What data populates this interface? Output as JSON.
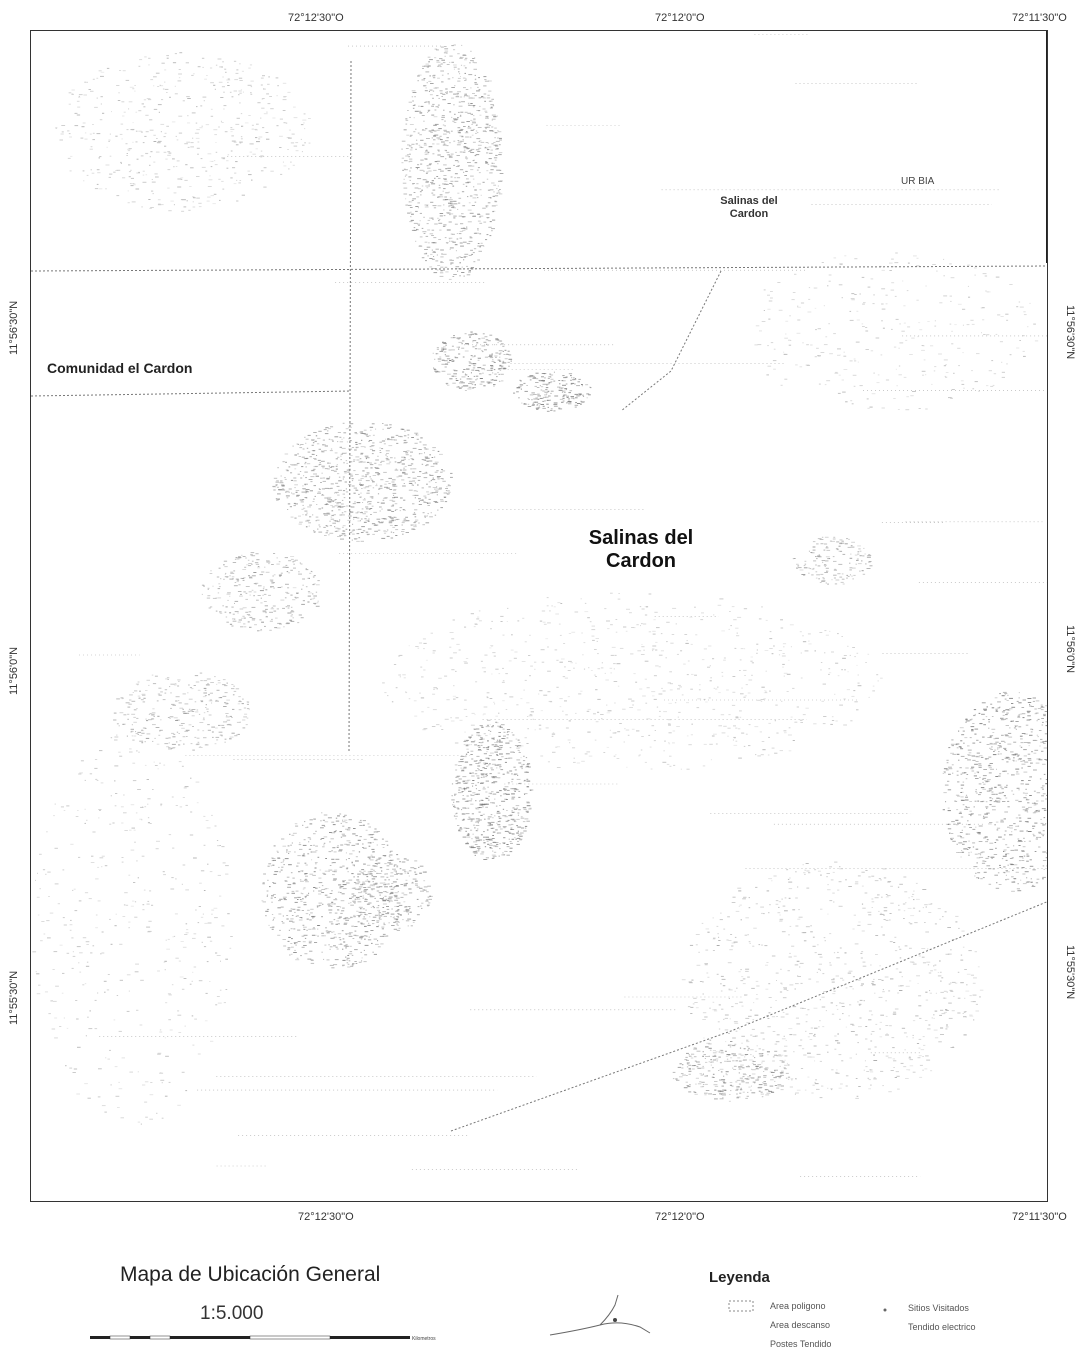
{
  "map": {
    "top_coords": [
      "72°12'30\"O",
      "72°12'0\"O",
      "72°11'30\"O"
    ],
    "bottom_coords": [
      "72°12'30\"O",
      "72°12'0\"O",
      "72°11'30\"O"
    ],
    "left_coords": [
      "11°56'30\"N",
      "11°56'0\"N",
      "11°55'30\"N"
    ],
    "right_coords": [
      "11°56'30\"N",
      "11°56'0\"N",
      "11°55'30\"N"
    ],
    "labels": {
      "comunidad": "Comunidad el Cardon",
      "salinas_small_1": "Salinas del",
      "salinas_small_2": "Cardon",
      "urbia": "UR BIA",
      "salinas_big_1": "Salinas del",
      "salinas_big_2": "Cardon"
    }
  },
  "title": "Mapa de Ubicación General",
  "scale_text": "1:5.000",
  "scalebar_unit": "Kilometros",
  "legend": {
    "title": "Leyenda",
    "items": [
      "Area poligono",
      "Area descanso",
      "Postes Tendido",
      "Sitios Visitados",
      "Tendido electrico"
    ]
  },
  "colors": {
    "frame": "#333333",
    "speckle": "#6e6e6e",
    "dark_speckle": "#3a3a3a"
  }
}
